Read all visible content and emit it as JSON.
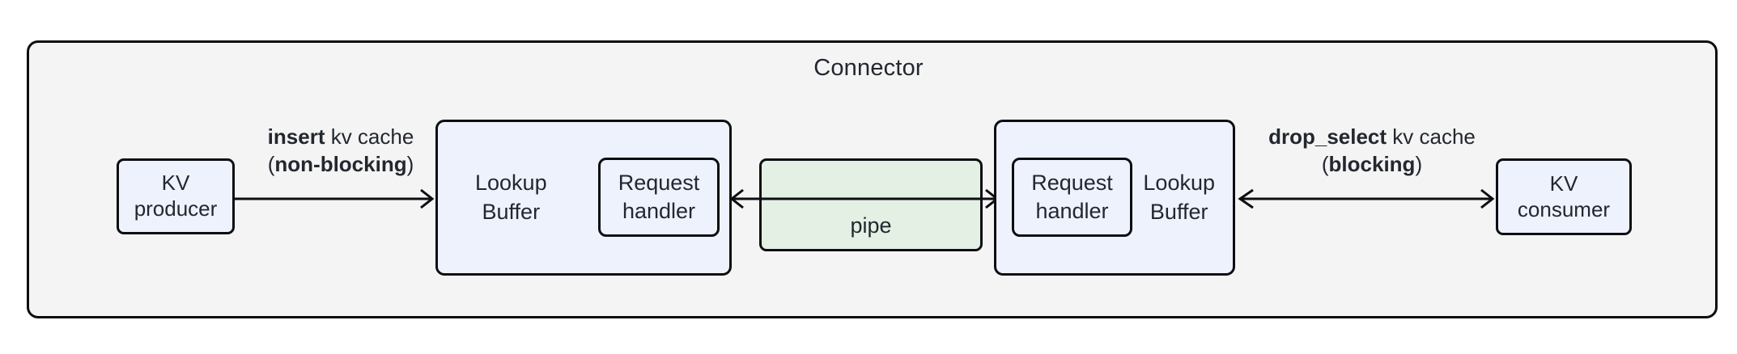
{
  "diagram": {
    "title": "Connector",
    "colors": {
      "container_fill": "#f4f4f4",
      "node_fill_blue": "#eef2fc",
      "node_fill_green": "#e3f0e3",
      "stroke": "#0d0d12",
      "text": "#23272f"
    }
  },
  "nodes": {
    "kv_producer": {
      "line1": "KV",
      "line2": "producer"
    },
    "kv_consumer": {
      "line1": "KV",
      "line2": "consumer"
    },
    "lookup_buffer_left": {
      "line1": "Lookup",
      "line2": "Buffer"
    },
    "lookup_buffer_right": {
      "line1": "Lookup",
      "line2": "Buffer"
    },
    "request_handler_left": {
      "line1": "Request",
      "line2": "handler"
    },
    "request_handler_right": {
      "line1": "Request",
      "line2": "handler"
    },
    "pipe": {
      "label": "pipe"
    }
  },
  "edges": {
    "insert": {
      "op": "insert",
      "op_suffix": " kv cache",
      "mode_open": "(",
      "mode": "non-blocking",
      "mode_close": ")",
      "direction": "right"
    },
    "drop_select": {
      "op": "drop_select",
      "op_suffix": " kv cache",
      "mode_open": "(",
      "mode": "blocking",
      "mode_close": ")",
      "direction": "bidirectional"
    },
    "pipe_left": {
      "direction": "left"
    },
    "pipe_right": {
      "direction": "right"
    }
  }
}
